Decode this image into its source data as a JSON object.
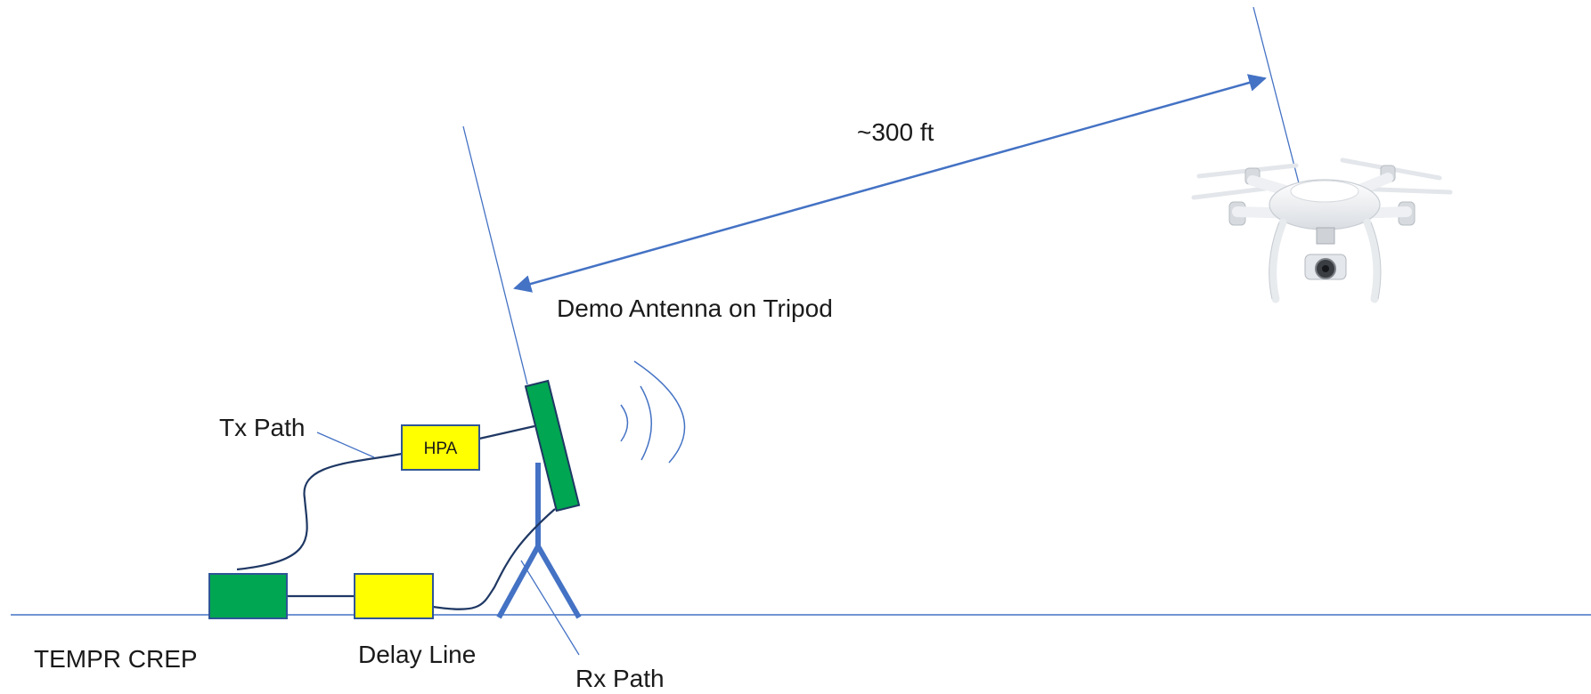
{
  "labels": {
    "distance": "~300 ft",
    "antenna": "Demo Antenna on Tripod",
    "tx_path": "Tx Path",
    "hpa": "HPA",
    "tempr_crep": "TEMPR CREP",
    "delay_line": "Delay Line",
    "rx_path": "Rx Path"
  },
  "colors": {
    "line_blue": "#4472c4",
    "wire_navy": "#1f3864",
    "box_green": "#00a651",
    "box_yellow": "#ffff00",
    "box_border": "#2f5597"
  },
  "icons": {
    "drone": "quadcopter-drone-icon",
    "radio_waves": "radio-waves-icon",
    "tripod": "tripod-icon"
  }
}
